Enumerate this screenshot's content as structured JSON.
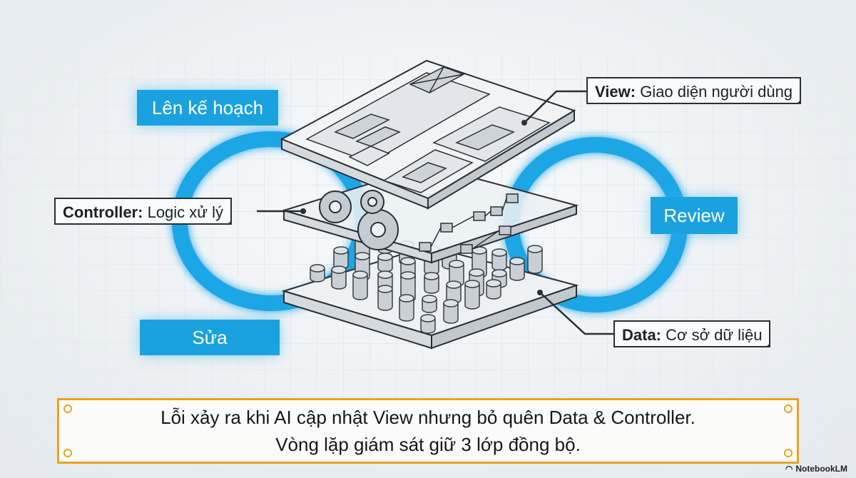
{
  "labels": {
    "view": {
      "bold": "View:",
      "text": "Giao diện người dùng"
    },
    "controller": {
      "bold": "Controller:",
      "text": "Logic xử lý"
    },
    "data": {
      "bold": "Data:",
      "text": "Cơ sở dữ liệu"
    }
  },
  "loop": {
    "plan": "Lên kế hoạch",
    "review": "Review",
    "fix": "Sửa"
  },
  "caption": {
    "line1": "Lỗi xảy ra khi AI cập nhật View nhưng bỏ quên Data & Controller.",
    "line2": "Vòng lặp giám sát giữ 3 lớp đồng bộ."
  },
  "brand": "NotebookLM",
  "colors": {
    "accent_blue": "#1aa1e0",
    "caption_border": "#e8a21f",
    "ink": "#2b2f33"
  }
}
